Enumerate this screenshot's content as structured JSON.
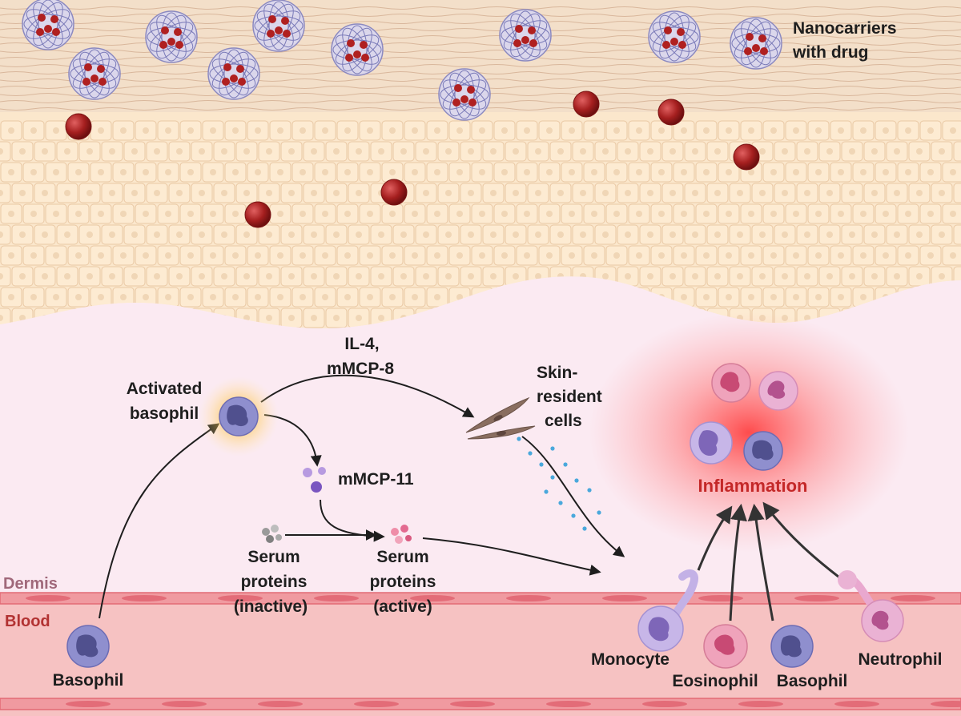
{
  "labels": {
    "nanocarriers_line1": "Nanocarriers",
    "nanocarriers_line2": "with drug",
    "il4_line1": "IL-4,",
    "il4_line2": "mMCP-8",
    "activated_line1": "Activated",
    "activated_line2": "basophil",
    "skin_line1": "Skin-",
    "skin_line2": "resident",
    "skin_line3": "cells",
    "mmcp11": "mMCP-11",
    "serum_inactive_line1": "Serum",
    "serum_inactive_line2": "proteins",
    "serum_inactive_line3": "(inactive)",
    "serum_active_line1": "Serum",
    "serum_active_line2": "proteins",
    "serum_active_line3": "(active)",
    "inflammation": "Inflammation",
    "dermis": "Dermis",
    "blood": "Blood",
    "basophil_blood": "Basophil",
    "monocyte": "Monocyte",
    "eosinophil": "Eosinophil",
    "basophil_recruited": "Basophil",
    "neutrophil": "Neutrophil"
  },
  "colors": {
    "stratum_corneum": "#f3dfc9",
    "epidermis_cell": "#fbe7cc",
    "dermis": "#fbeaf2",
    "blood_vessel": "#f6b4b4",
    "vessel_wall": "#e8727c",
    "drug_particle": "#a51f1f",
    "nanocarrier": "#a9a9d8",
    "inflammation": "#e23434",
    "basophil": "#8e8ed0",
    "eosinophil": "#ef9db6",
    "neutrophil": "#e9a8cf",
    "monocyte": "#c3b1e6",
    "dermis_label": "#a0687a",
    "blood_label": "#b23232"
  },
  "icons": [
    "nanocarrier-icon",
    "drug-particle-icon",
    "basophil-icon",
    "skin-resident-cell-icon",
    "mmcp11-icon",
    "serum-protein-icon",
    "eosinophil-icon",
    "neutrophil-icon",
    "monocyte-icon"
  ]
}
